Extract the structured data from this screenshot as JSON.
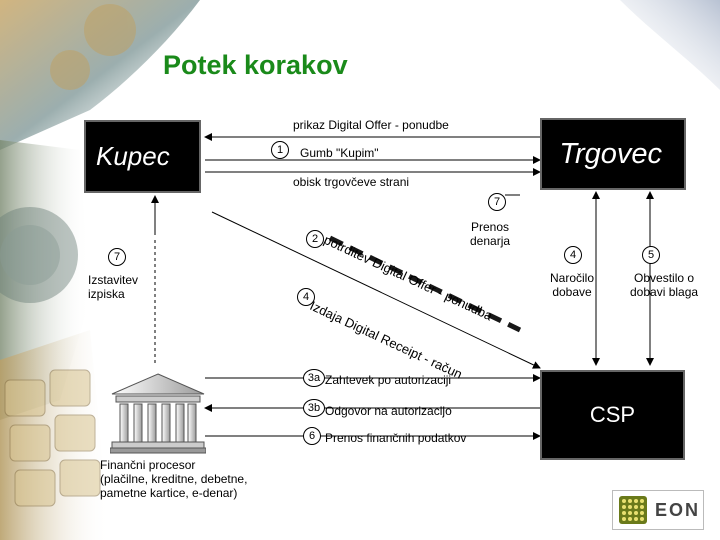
{
  "title": "Potek korakov",
  "nodes": {
    "kupec": "Kupec",
    "trgovec": "Trgovec",
    "csp": "CSP"
  },
  "labels": {
    "prikaz": "prikaz Digital Offer - ponudbe",
    "gumb": "Gumb \"Kupim\"",
    "obisk": "obisk trgovčeve strani",
    "prenos_denarja": "Prenos\ndenarja",
    "izstavitev": "Izstavitev\nizpiska",
    "narocilo": "Naročilo\ndobave",
    "obvestilo": "Obvestilo o\ndobavi blaga",
    "potrditev": "potrditev Digital Offer - ponudba",
    "izdaja": "Izdaja Digital Receipt - račun",
    "zahtevek": "Zahtevek po autorizaciji",
    "odgovor": "Odgovor na autorizacijo",
    "prenos_fin": "Prenos finančnih podatkov",
    "procesor": "Finančni procesor\n(plačilne, kreditne, debetne,\npametne kartice, e-denar)"
  },
  "steps": {
    "s1": "1",
    "s2": "2",
    "s7_right": "7",
    "s7_left": "7",
    "s4_right": "4",
    "s5": "5",
    "s4_mid": "4",
    "s3a": "3a",
    "s3b": "3b",
    "s6": "6"
  },
  "logo": "EON",
  "colors": {
    "title": "#1a8a1a",
    "box": "#000000",
    "arrow": "#000000"
  }
}
